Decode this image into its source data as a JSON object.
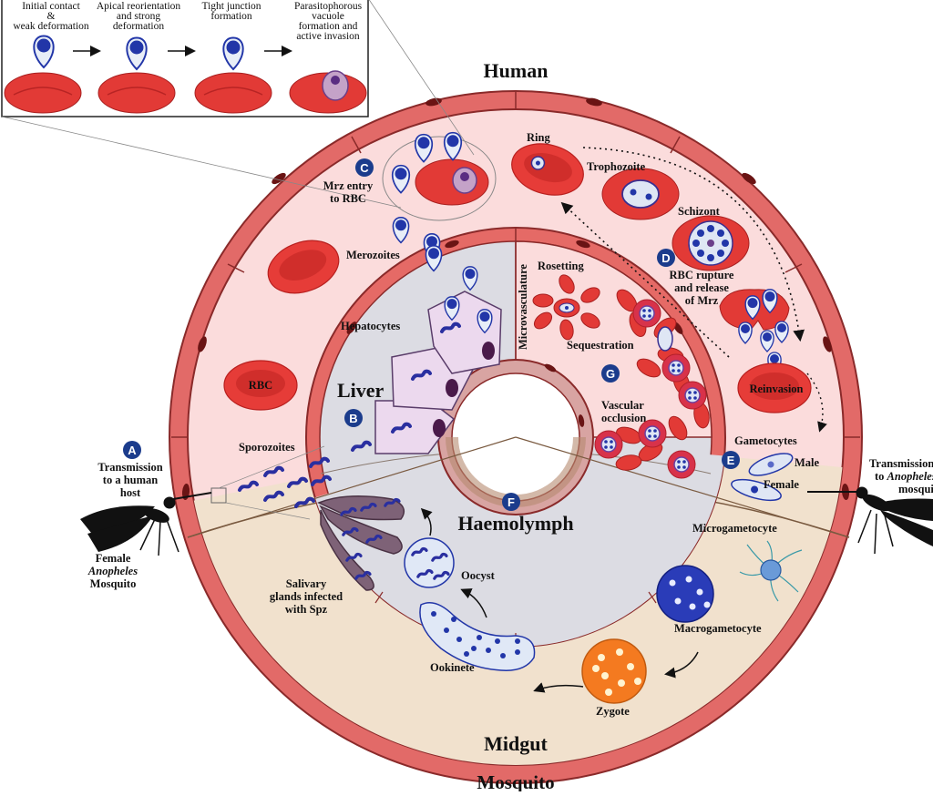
{
  "regions": {
    "human": "Human",
    "mosquito": "Mosquito",
    "midgut": "Midgut",
    "haemolymph": "Haemolymph",
    "liver": "Liver",
    "microvasculature": "Microvasculature"
  },
  "badges": {
    "a": "A",
    "b": "B",
    "c": "C",
    "d": "D",
    "e": "E",
    "f": "F",
    "g": "G"
  },
  "inset": {
    "step1": [
      "Initial contact",
      "&",
      "weak deformation"
    ],
    "step2": [
      "Apical reorientation",
      "and strong",
      "deformation"
    ],
    "step3": [
      "Tight junction",
      "formation"
    ],
    "step4": [
      "Parasitophorous",
      "vacuole",
      "formation and",
      "active invasion"
    ]
  },
  "labels": {
    "mrz_entry": [
      "Mrz entry",
      "to RBC"
    ],
    "merozoites": "Merozoites",
    "ring": "Ring",
    "trophozoite": "Trophozoite",
    "schizont": "Schizont",
    "rbc_rupture": [
      "RBC rupture",
      "and release",
      "of Mrz"
    ],
    "reinvasion": "Reinvasion",
    "gametocytes": "Gametocytes",
    "male": "Male",
    "female": "Female",
    "rbc": "RBC",
    "hepatocytes": "Hepatocytes",
    "sporozoites": "Sporozoites",
    "rosetting": "Rosetting",
    "sequestration": "Sequestration",
    "vascular_occlusion": [
      "Vascular",
      "occlusion"
    ],
    "transmission_human": [
      "Transmission",
      "to a human",
      "host"
    ],
    "transmission_mosq_1": "Transmission",
    "transmission_mosq_2_prefix": "to ",
    "transmission_mosq_2_italic": "Anopheles",
    "transmission_mosq_3": "mosquito",
    "female_mosq_1": "Female",
    "female_mosq_2": "Anopheles",
    "female_mosq_3": "Mosquito",
    "salivary": [
      "Salivary",
      "glands infected",
      "with Spz"
    ],
    "oocyst": "Oocyst",
    "ookinete": "Ookinete",
    "zygote": "Zygote",
    "microgametocyte": "Microgametocyte",
    "macrogametocyte": "Macrogametocyte"
  },
  "colors": {
    "rbc": "#e23a36",
    "wall": "#e26a68",
    "human_bg": "#fbdcdc",
    "mosquito_bg": "#f1e1cd",
    "inner_bg": "#dcdce3",
    "parasite": "#2236a8",
    "badge": "#1b3c8c",
    "zygote": "#f47a20"
  }
}
